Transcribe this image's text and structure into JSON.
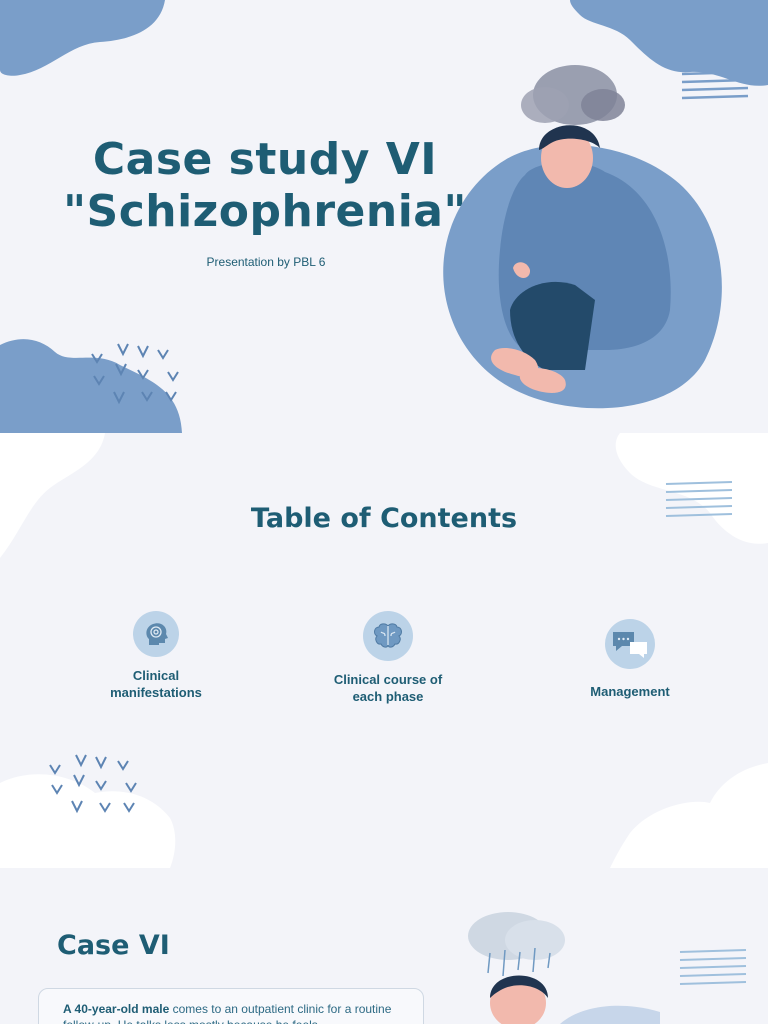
{
  "slide1": {
    "title_line1": "Case study VI",
    "title_line2": "\"Schizophrenia\"",
    "subtitle": "Presentation by PBL 6"
  },
  "slide2": {
    "heading": "Table of Contents",
    "items": [
      {
        "label_line1": "Clinical",
        "label_line2": "manifestations",
        "icon": "head-icon"
      },
      {
        "label_line1": "Clinical course of",
        "label_line2": "each phase",
        "icon": "brain-icon"
      },
      {
        "label_line1": "Management",
        "label_line2": "",
        "icon": "chat-icon"
      }
    ]
  },
  "slide3": {
    "heading": "Case VI",
    "body_bold": "A 40-year-old male",
    "body_rest": " comes to an outpatient clinic for a routine follow-up. He talks less mostly because he feels"
  },
  "colors": {
    "accent": "#1e5d74",
    "blob": "#7a9ec9",
    "background": "#f3f4f9"
  }
}
